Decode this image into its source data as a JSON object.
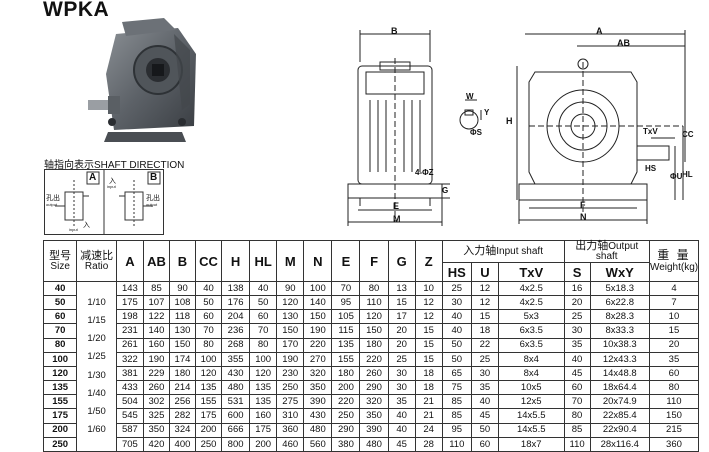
{
  "title": "WPKA",
  "shaft_direction_label": "轴指向表示SHAFT DIRECTION",
  "direction_diagram": {
    "A": "A",
    "B": "B",
    "output_cn": "孔出",
    "output_en": "output",
    "input_cn": "入",
    "input_en": "input"
  },
  "front_view": {
    "dim_B": "B",
    "dim_E": "E",
    "dim_M": "M",
    "dim_G": "G",
    "dim_W": "W",
    "dim_Y": "Y",
    "dim_S": "ΦS",
    "dim_Z": "4-ΦZ"
  },
  "side_view": {
    "dim_A": "A",
    "dim_AB": "AB",
    "dim_H": "H",
    "dim_TxV": "TxV",
    "dim_HS": "HS",
    "dim_U": "ΦU",
    "dim_HL": "HL",
    "dim_CC": "CC",
    "dim_F": "F",
    "dim_N": "N"
  },
  "table": {
    "size_cn": "型号",
    "size_en": "Size",
    "ratio_cn": "减速比",
    "ratio_en": "Ratio",
    "columns": [
      "A",
      "AB",
      "B",
      "CC",
      "H",
      "HL",
      "M",
      "N",
      "E",
      "F",
      "G",
      "Z"
    ],
    "input_shaft_cn": "入力轴",
    "input_shaft_en": "Input shaft",
    "input_cols": [
      "HS",
      "U",
      "TxV"
    ],
    "output_shaft_cn": "出力轴",
    "output_shaft_en": "Output shaft",
    "output_cols": [
      "S",
      "WxY"
    ],
    "weight_cn": "重  量",
    "weight_en": "Weight(kg)",
    "ratios": [
      "1/10",
      "1/15",
      "1/20",
      "1/25",
      "1/30",
      "1/40",
      "1/50",
      "1/60"
    ],
    "rows": [
      [
        "40",
        "143",
        "85",
        "90",
        "40",
        "138",
        "40",
        "90",
        "100",
        "70",
        "80",
        "13",
        "10",
        "25",
        "12",
        "4x2.5",
        "16",
        "5x18.3",
        "4"
      ],
      [
        "50",
        "175",
        "107",
        "108",
        "50",
        "176",
        "50",
        "120",
        "140",
        "95",
        "110",
        "15",
        "12",
        "30",
        "12",
        "4x2.5",
        "20",
        "6x22.8",
        "7"
      ],
      [
        "60",
        "198",
        "122",
        "118",
        "60",
        "204",
        "60",
        "130",
        "150",
        "105",
        "120",
        "17",
        "12",
        "40",
        "15",
        "5x3",
        "25",
        "8x28.3",
        "10"
      ],
      [
        "70",
        "231",
        "140",
        "130",
        "70",
        "236",
        "70",
        "150",
        "190",
        "115",
        "150",
        "20",
        "15",
        "40",
        "18",
        "6x3.5",
        "30",
        "8x33.3",
        "15"
      ],
      [
        "80",
        "261",
        "160",
        "150",
        "80",
        "268",
        "80",
        "170",
        "220",
        "135",
        "180",
        "20",
        "15",
        "50",
        "22",
        "6x3.5",
        "35",
        "10x38.3",
        "20"
      ],
      [
        "100",
        "322",
        "190",
        "174",
        "100",
        "355",
        "100",
        "190",
        "270",
        "155",
        "220",
        "25",
        "15",
        "50",
        "25",
        "8x4",
        "40",
        "12x43.3",
        "35"
      ],
      [
        "120",
        "381",
        "229",
        "180",
        "120",
        "430",
        "120",
        "230",
        "320",
        "180",
        "260",
        "30",
        "18",
        "65",
        "30",
        "8x4",
        "45",
        "14x48.8",
        "60"
      ],
      [
        "135",
        "433",
        "260",
        "214",
        "135",
        "480",
        "135",
        "250",
        "350",
        "200",
        "290",
        "30",
        "18",
        "75",
        "35",
        "10x5",
        "60",
        "18x64.4",
        "80"
      ],
      [
        "155",
        "504",
        "302",
        "256",
        "155",
        "531",
        "135",
        "275",
        "390",
        "220",
        "320",
        "35",
        "21",
        "85",
        "40",
        "12x5",
        "70",
        "20x74.9",
        "110"
      ],
      [
        "175",
        "545",
        "325",
        "282",
        "175",
        "600",
        "160",
        "310",
        "430",
        "250",
        "350",
        "40",
        "21",
        "85",
        "45",
        "14x5.5",
        "80",
        "22x85.4",
        "150"
      ],
      [
        "200",
        "587",
        "350",
        "324",
        "200",
        "666",
        "175",
        "360",
        "480",
        "290",
        "390",
        "40",
        "24",
        "95",
        "50",
        "14x5.5",
        "85",
        "22x90.4",
        "215"
      ],
      [
        "250",
        "705",
        "420",
        "400",
        "250",
        "800",
        "200",
        "460",
        "560",
        "380",
        "480",
        "45",
        "28",
        "110",
        "60",
        "18x7",
        "110",
        "28x116.4",
        "360"
      ]
    ]
  }
}
